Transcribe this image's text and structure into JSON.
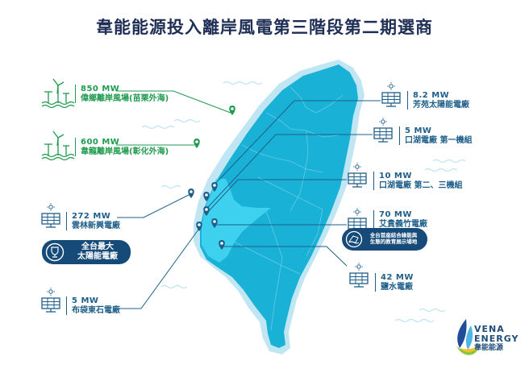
{
  "title": "韋能能源投入離岸風電第三階段第二期選商",
  "colors": {
    "title": "#1f2e55",
    "wind_green": "#1f9a4f",
    "solar_blue": "#1e5f8a",
    "island_main": "#1ab1d6",
    "island_highlight": "#3dd0ef",
    "island_halo": "#bfe6f2",
    "badge_bg": "#154a79"
  },
  "wind_farms": [
    {
      "mw": "850 MW",
      "name": "偉鄉離岸風場(苗栗外海)",
      "icon": "wind-turbine-icon"
    },
    {
      "mw": "600 MW",
      "name": "韋龍離岸風場(彰化外海)",
      "icon": "wind-turbine-icon"
    }
  ],
  "solar_left": [
    {
      "mw": "272 MW",
      "name": "雲林新興電廠",
      "icon": "solar-panel-icon"
    },
    {
      "mw": "5 MW",
      "name": "布袋東石電廠",
      "icon": "solar-panel-icon"
    }
  ],
  "solar_right": [
    {
      "mw": "8.2 MW",
      "name": "芳苑太陽能電廠",
      "icon": "solar-panel-icon"
    },
    {
      "mw": "5 MW",
      "name": "口湖電廠 第一機組",
      "icon": "solar-panel-icon"
    },
    {
      "mw": "10 MW",
      "name": "口湖電廠 第二、三機組",
      "icon": "solar-panel-icon"
    },
    {
      "mw": "70 MW",
      "name": "艾貴義竹電廠",
      "icon": "solar-panel-icon"
    },
    {
      "mw": "42 MW",
      "name": "鹽水電廠",
      "icon": "solar-panel-icon"
    }
  ],
  "badges": {
    "largest": {
      "line1": "全台最大",
      "line2": "太陽能電廠",
      "icon": "trophy-icon"
    },
    "eco": {
      "line1": "全台首座結合綠能與",
      "line2": "生態的教育展示場地",
      "icon": "eco-solar-icon"
    }
  },
  "logo": {
    "line1": "VENA",
    "line2": "ENERGY",
    "zh": "韋能能源",
    "icon": "leaf-logo-icon"
  }
}
